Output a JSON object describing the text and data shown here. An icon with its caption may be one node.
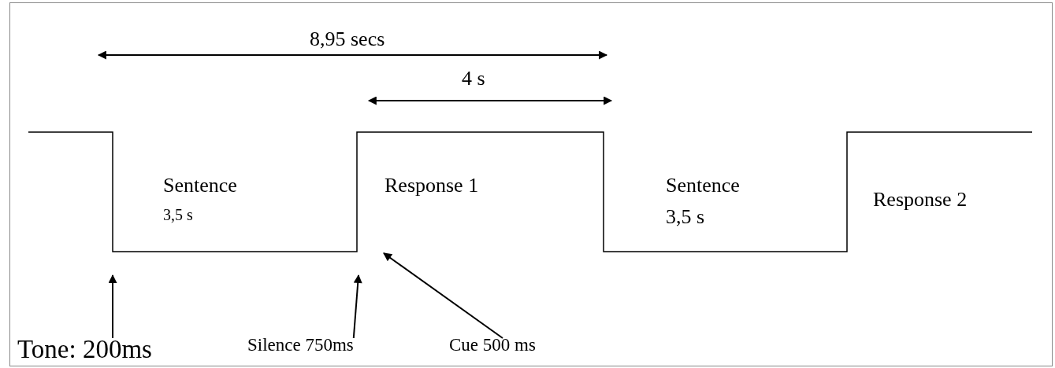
{
  "diagram": {
    "nodes": [
      {
        "text": [
          "Tone: 200ms"
        ]
      },
      {
        "text": [
          "Silence 750ms"
        ]
      },
      {
        "text": [
          "Cue 500 ms"
        ]
      }
    ],
    "edges": [
      {
        "from": 0,
        "to": null,
        "arrow": "to"
      },
      {
        "from": 1,
        "to": null,
        "arrow": "to"
      },
      {
        "from": 2,
        "to": null,
        "arrow": "to"
      }
    ],
    "labels": [
      "8,95 secs",
      "4 s",
      "Sentence",
      "3,5 s",
      "Response 1",
      "Sentence",
      "3,5 s",
      "Response 2"
    ]
  }
}
